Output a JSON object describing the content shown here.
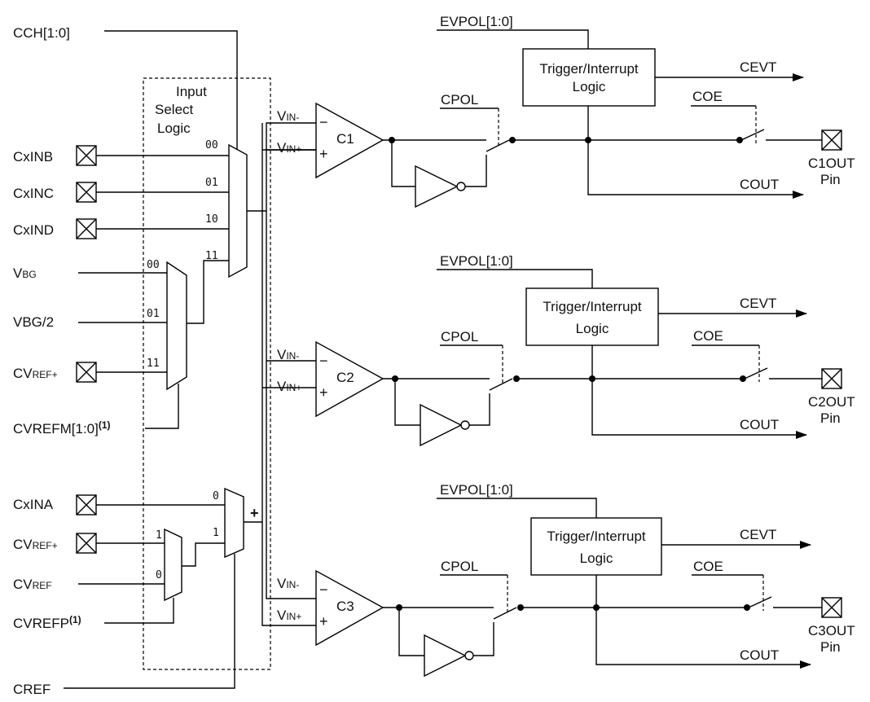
{
  "inputs": {
    "cch": "CCH[1:0]",
    "cxinb": "CxINB",
    "cxinc": "CxINC",
    "cxind": "CxIND",
    "vbg_main": "V",
    "vbg_sub": "BG",
    "vbg2_main": "V",
    "vbg2_sub": "BG/2",
    "cvrefplus_main": "CV",
    "cvrefplus_sub": "REF+",
    "cvrefm": "CVREFM[1:0]",
    "cvrefm_note": "(1)",
    "cxina": "CxINA",
    "cvrefplus2_main": "CV",
    "cvrefplus2_sub": "REF+",
    "cvref_main": "CV",
    "cvref_sub": "REF",
    "cvrefp": "CVREFP",
    "cvrefp_note": "(1)",
    "cref": "CREF"
  },
  "input_select": {
    "line1": "Input",
    "line2": "Select",
    "line3": "Logic"
  },
  "mux_codes": {
    "m00": "00",
    "m01": "01",
    "m10": "10",
    "m11": "11",
    "r00": "00",
    "r01": "01",
    "r11": "11",
    "p0": "0",
    "p1": "1",
    "q1": "1",
    "q0": "0",
    "plus": "+"
  },
  "comparators": [
    {
      "name": "C1",
      "vin_minus_main": "V",
      "vin_minus_sub": "IN-",
      "vin_plus_main": "V",
      "vin_plus_sub": "IN+",
      "minus": "−",
      "plus": "+",
      "evpol": "EVPOL[1:0]",
      "trigger1": "Trigger/Interrupt",
      "trigger2": "Logic",
      "cevt": "CEVT",
      "cpol": "CPOL",
      "coe": "COE",
      "cout": "COUT",
      "pin1": "C1OUT",
      "pin2": "Pin"
    },
    {
      "name": "C2",
      "vin_minus_main": "V",
      "vin_minus_sub": "IN-",
      "vin_plus_main": "V",
      "vin_plus_sub": "IN+",
      "minus": "−",
      "plus": "+",
      "evpol": "EVPOL[1:0]",
      "trigger1": "Trigger/Interrupt",
      "trigger2": "Logic",
      "cevt": "CEVT",
      "cpol": "CPOL",
      "coe": "COE",
      "cout": "COUT",
      "pin1": "C2OUT",
      "pin2": "Pin"
    },
    {
      "name": "C3",
      "vin_minus_main": "V",
      "vin_minus_sub": "IN-",
      "vin_plus_main": "V",
      "vin_plus_sub": "IN+",
      "minus": "−",
      "plus": "+",
      "evpol": "EVPOL[1:0]",
      "trigger1": "Trigger/Interrupt",
      "trigger2": "Logic",
      "cevt": "CEVT",
      "cpol": "CPOL",
      "coe": "COE",
      "cout": "COUT",
      "pin1": "C3OUT",
      "pin2": "Pin"
    }
  ]
}
